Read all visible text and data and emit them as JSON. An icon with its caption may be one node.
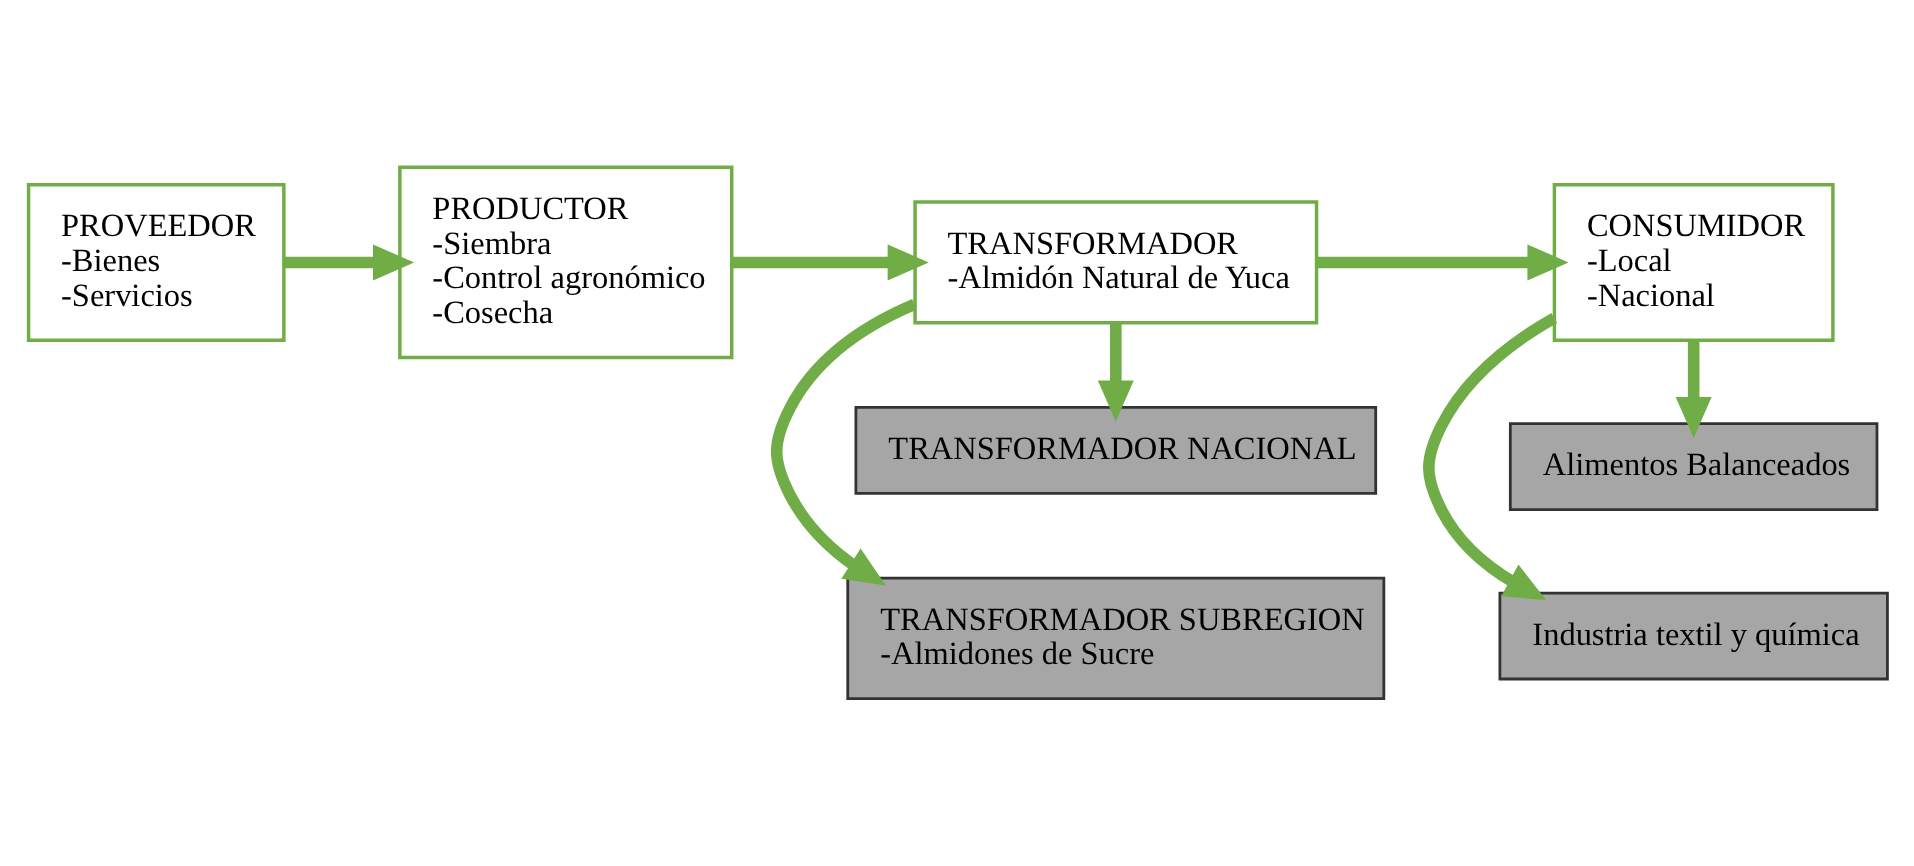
{
  "diagram": {
    "nodes": [
      {
        "text": [
          "PROVEEDOR",
          "-Bienes",
          "-Servicios"
        ]
      },
      {
        "text": [
          "PRODUCTOR",
          "-Siembra",
          "-Control agronómico",
          "-Cosecha"
        ]
      },
      {
        "text": [
          "TRANSFORMADOR SUBREGION",
          "-Almidones de Sucre"
        ]
      },
      {
        "text": [
          "Industria textil y química"
        ]
      },
      {
        "text": [
          "TRANSFORMADOR",
          "-Almidón Natural de Yuca"
        ]
      },
      {
        "text": [
          "CONSUMIDOR",
          "-Local",
          "-Nacional"
        ]
      },
      {
        "text": [
          "TRANSFORMADOR NACIONAL"
        ]
      },
      {
        "text": [
          "Alimentos Balanceados"
        ]
      }
    ],
    "edges": [
      {
        "from": 0,
        "to": 1,
        "arrow": "to"
      },
      {
        "from": 1,
        "to": 4,
        "arrow": "to"
      },
      {
        "from": 4,
        "to": 2,
        "arrow": "to"
      },
      {
        "from": 4,
        "to": 6,
        "arrow": "to"
      },
      {
        "from": 4,
        "to": 5,
        "arrow": "to"
      },
      {
        "from": 5,
        "to": 3,
        "arrow": "to"
      },
      {
        "from": 5,
        "to": 7,
        "arrow": "to"
      }
    ]
  }
}
